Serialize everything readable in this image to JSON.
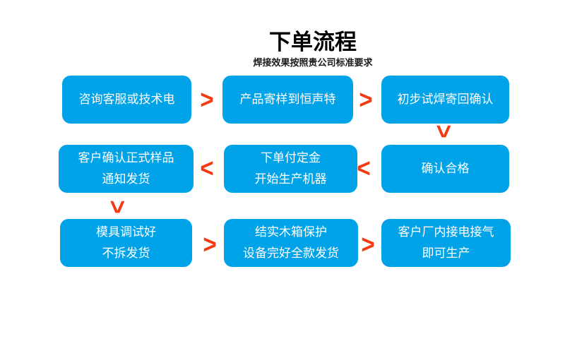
{
  "header": {
    "title": "下单流程",
    "subtitle": "焊接效果按照贵公司标准要求"
  },
  "colors": {
    "box_blue": "#00a2e8",
    "arrow_red": "#f43b14",
    "box_text": "#ffffff",
    "title_text": "#000000"
  },
  "glyphs": {
    "arrow_right": ">",
    "arrow_left": "<",
    "arrow_down": ">"
  },
  "steps": {
    "consult": {
      "line1": "咨询客服或技术电"
    },
    "send_sample": {
      "line1": "产品寄样到恒声特"
    },
    "trial_weld": {
      "line1": "初步试焊寄回确认"
    },
    "confirm_sample": {
      "line1": "客户确认正式样品",
      "line2": "通知发货"
    },
    "order_deposit": {
      "line1": "下单付定金",
      "line2": "开始生产机器"
    },
    "qualified": {
      "line1": "确认合格"
    },
    "mold_debug": {
      "line1": "模具调试好",
      "line2": "不拆发货"
    },
    "crate_ship": {
      "line1": "结实木箱保护",
      "line2": "设备完好全款发货"
    },
    "customer_production": {
      "line1": "客户厂内接电接气",
      "line2": "即可生产"
    }
  }
}
